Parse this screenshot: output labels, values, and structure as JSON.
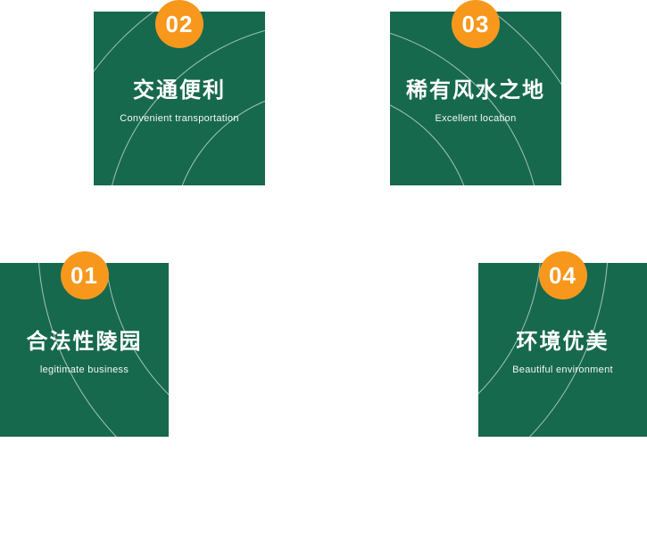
{
  "theme": {
    "card_bg": "#17694e",
    "badge_bg": "#f7981d",
    "text_color": "#ffffff"
  },
  "features": [
    {
      "number": "01",
      "title": "合法性陵园",
      "subtitle": "legitimate business"
    },
    {
      "number": "02",
      "title": "交通便利",
      "subtitle": "Convenient transportation"
    },
    {
      "number": "03",
      "title": "稀有风水之地",
      "subtitle": "Excellent location"
    },
    {
      "number": "04",
      "title": "环境优美",
      "subtitle": "Beautiful environment"
    }
  ]
}
